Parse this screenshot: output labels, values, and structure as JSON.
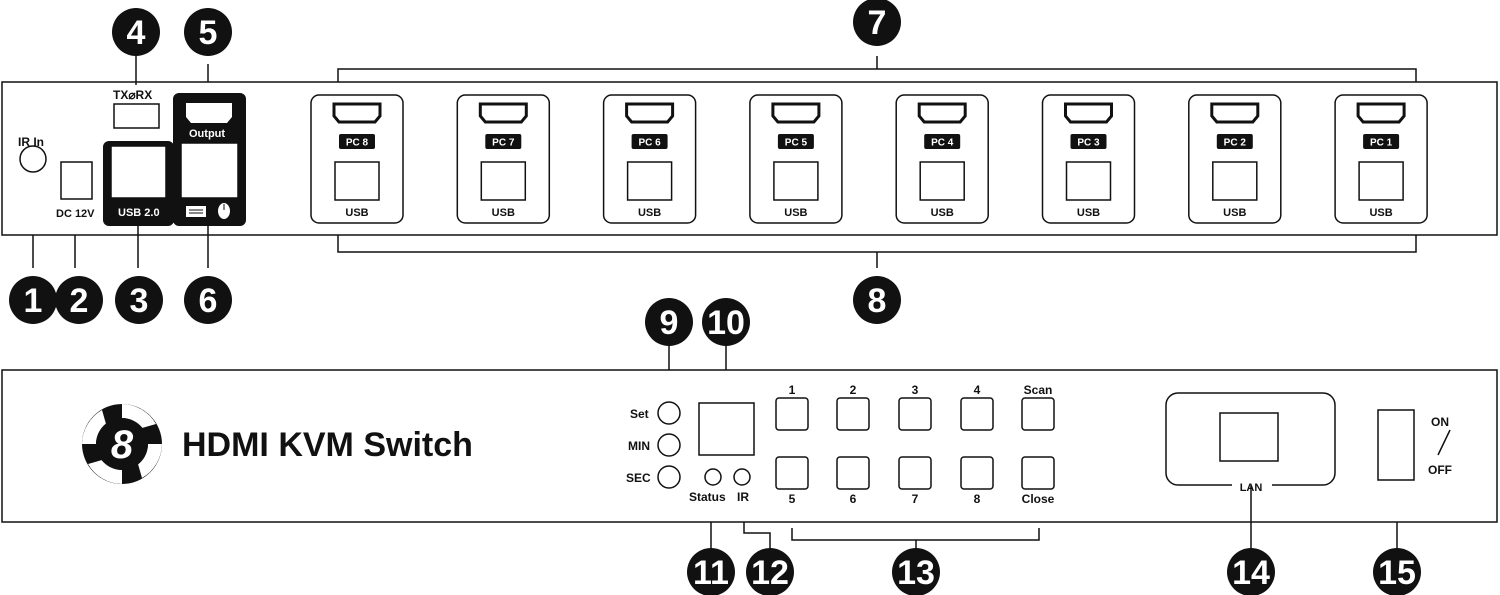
{
  "rear": {
    "ir_in": "IR In",
    "dc": "DC 12V",
    "txrx": "TX⌀RX",
    "usb20": "USB 2.0",
    "output": "Output",
    "ports": [
      {
        "pc": "PC 8",
        "usb": "USB"
      },
      {
        "pc": "PC 7",
        "usb": "USB"
      },
      {
        "pc": "PC 6",
        "usb": "USB"
      },
      {
        "pc": "PC 5",
        "usb": "USB"
      },
      {
        "pc": "PC 4",
        "usb": "USB"
      },
      {
        "pc": "PC 3",
        "usb": "USB"
      },
      {
        "pc": "PC 2",
        "usb": "USB"
      },
      {
        "pc": "PC 1",
        "usb": "USB"
      }
    ]
  },
  "front": {
    "logo_glyph": "8",
    "title": "HDMI KVM Switch",
    "set": "Set",
    "min": "MIN",
    "sec": "SEC",
    "status": "Status",
    "ir": "IR",
    "top_buttons": [
      "1",
      "2",
      "3",
      "4",
      "Scan"
    ],
    "bottom_buttons": [
      "5",
      "6",
      "7",
      "8",
      "Close"
    ],
    "lan": "LAN",
    "on": "ON",
    "off": "OFF",
    "slash": "/"
  },
  "callouts": [
    "1",
    "2",
    "3",
    "4",
    "5",
    "6",
    "7",
    "8",
    "9",
    "10",
    "11",
    "12",
    "13",
    "14",
    "15"
  ]
}
